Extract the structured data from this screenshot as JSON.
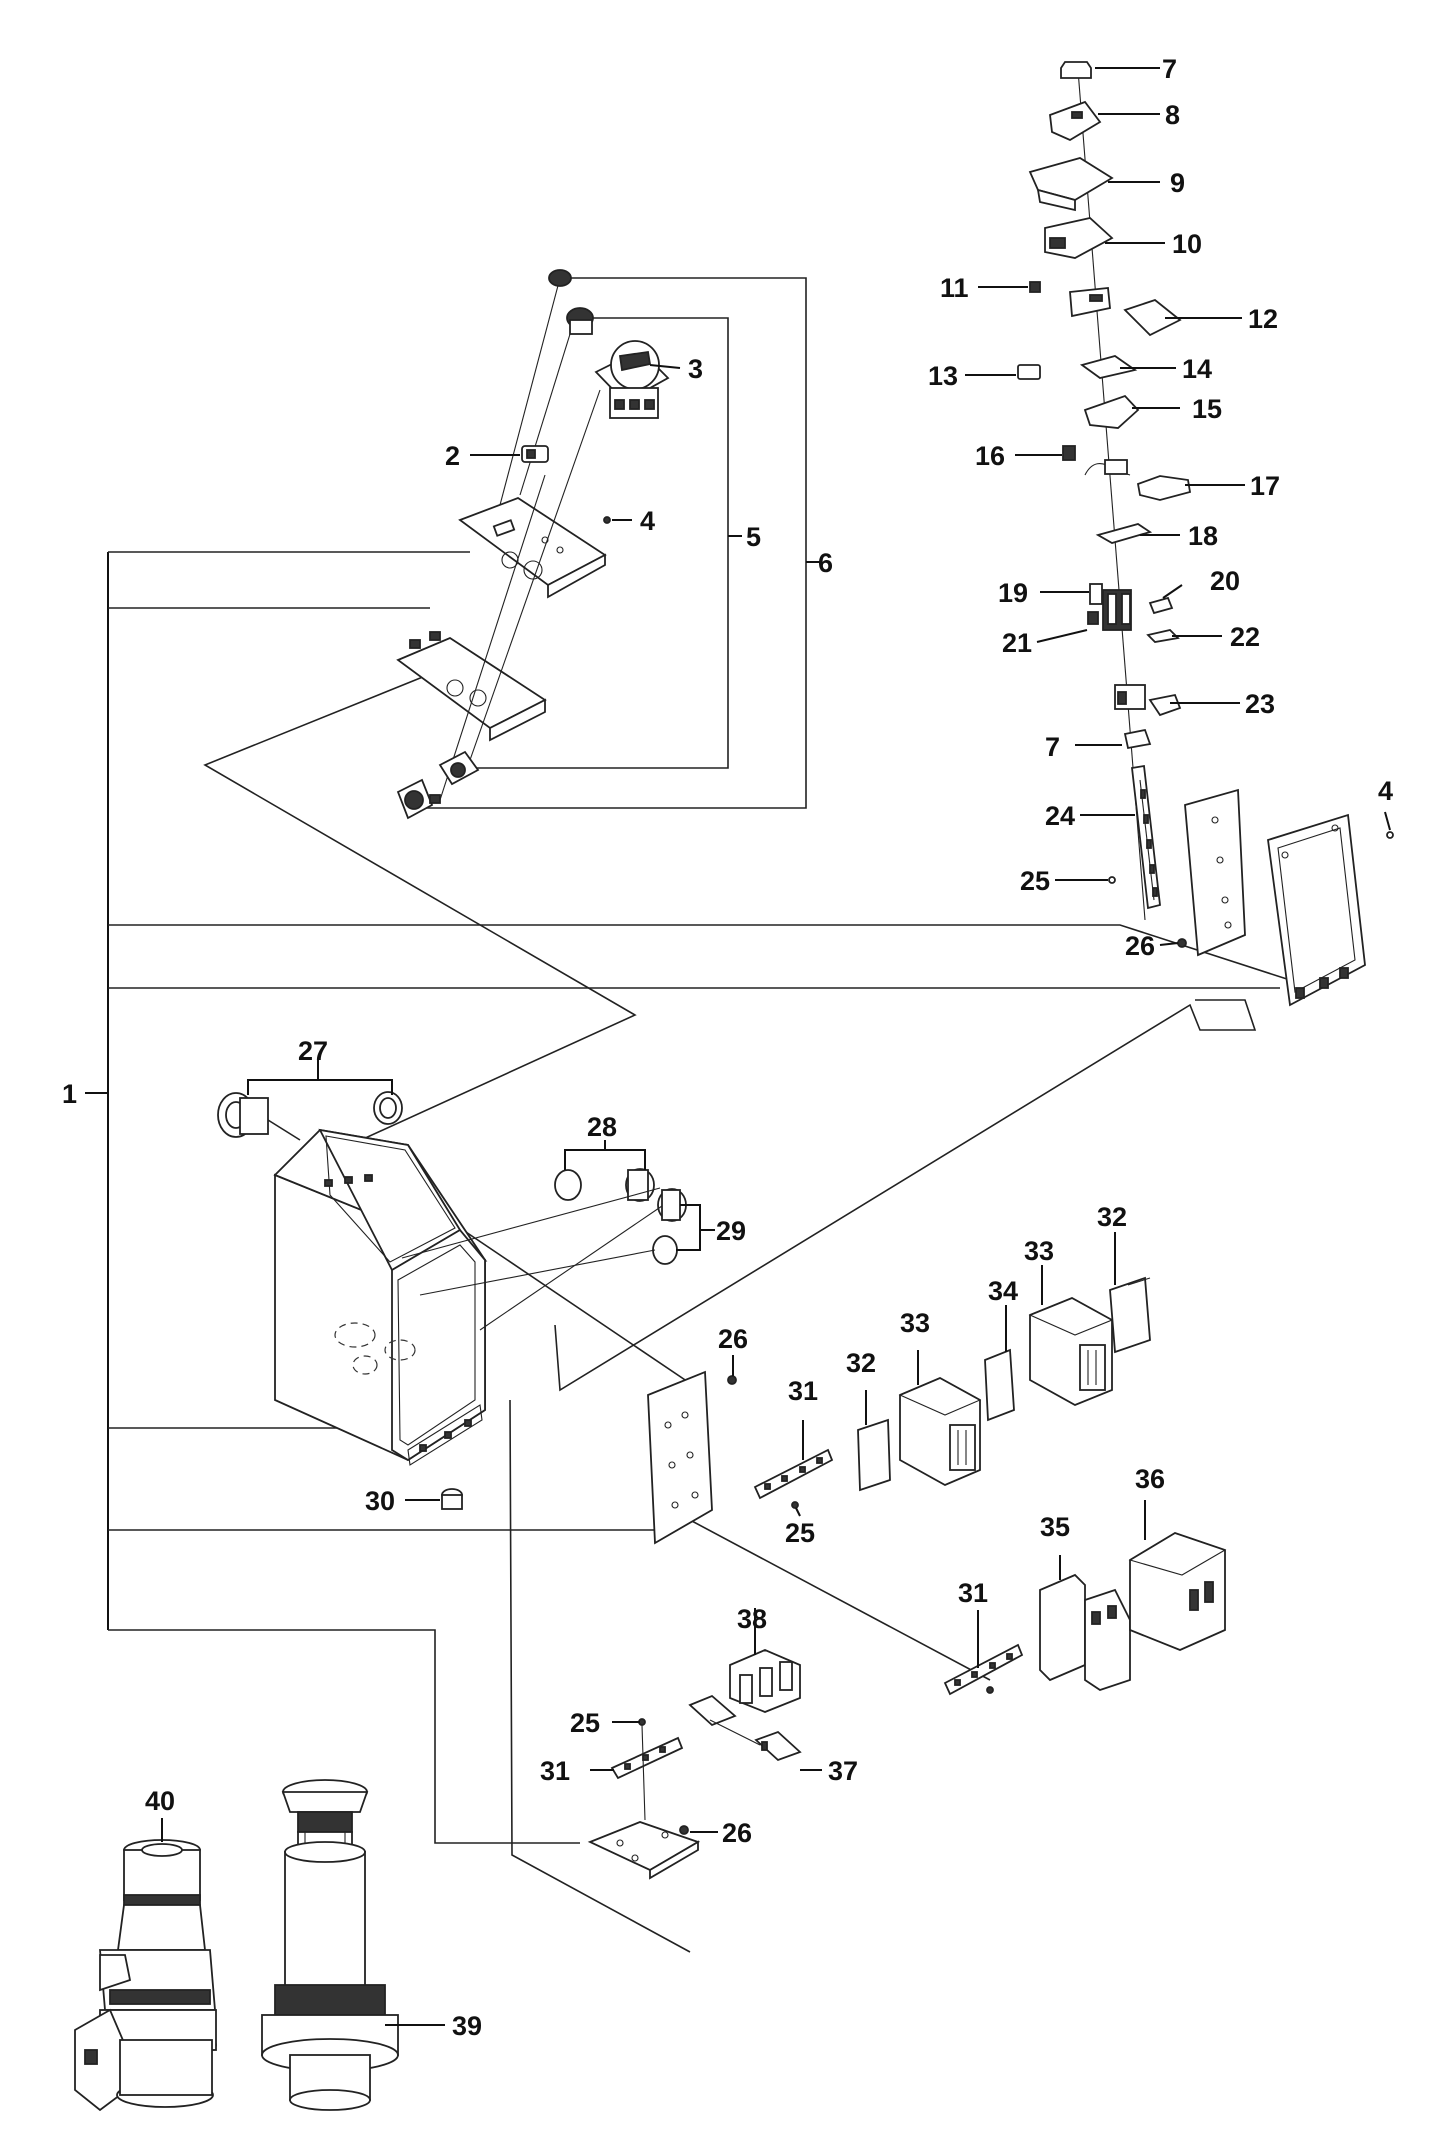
{
  "callouts": [
    {
      "id": "c1",
      "text": "1"
    },
    {
      "id": "c2",
      "text": "2"
    },
    {
      "id": "c3",
      "text": "3"
    },
    {
      "id": "c4a",
      "text": "4"
    },
    {
      "id": "c4b",
      "text": "4"
    },
    {
      "id": "c5",
      "text": "5"
    },
    {
      "id": "c6",
      "text": "6"
    },
    {
      "id": "c7a",
      "text": "7"
    },
    {
      "id": "c7b",
      "text": "7"
    },
    {
      "id": "c8",
      "text": "8"
    },
    {
      "id": "c9",
      "text": "9"
    },
    {
      "id": "c10",
      "text": "10"
    },
    {
      "id": "c11",
      "text": "11"
    },
    {
      "id": "c12",
      "text": "12"
    },
    {
      "id": "c13",
      "text": "13"
    },
    {
      "id": "c14",
      "text": "14"
    },
    {
      "id": "c15",
      "text": "15"
    },
    {
      "id": "c16",
      "text": "16"
    },
    {
      "id": "c17",
      "text": "17"
    },
    {
      "id": "c18",
      "text": "18"
    },
    {
      "id": "c19",
      "text": "19"
    },
    {
      "id": "c20",
      "text": "20"
    },
    {
      "id": "c21",
      "text": "21"
    },
    {
      "id": "c22",
      "text": "22"
    },
    {
      "id": "c23",
      "text": "23"
    },
    {
      "id": "c24",
      "text": "24"
    },
    {
      "id": "c25a",
      "text": "25"
    },
    {
      "id": "c25b",
      "text": "25"
    },
    {
      "id": "c25c",
      "text": "25"
    },
    {
      "id": "c26a",
      "text": "26"
    },
    {
      "id": "c26b",
      "text": "26"
    },
    {
      "id": "c26c",
      "text": "26"
    },
    {
      "id": "c27",
      "text": "27"
    },
    {
      "id": "c28",
      "text": "28"
    },
    {
      "id": "c29",
      "text": "29"
    },
    {
      "id": "c30",
      "text": "30"
    },
    {
      "id": "c31a",
      "text": "31"
    },
    {
      "id": "c31b",
      "text": "31"
    },
    {
      "id": "c31c",
      "text": "31"
    },
    {
      "id": "c32a",
      "text": "32"
    },
    {
      "id": "c32b",
      "text": "32"
    },
    {
      "id": "c33a",
      "text": "33"
    },
    {
      "id": "c33b",
      "text": "33"
    },
    {
      "id": "c34",
      "text": "34"
    },
    {
      "id": "c35",
      "text": "35"
    },
    {
      "id": "c36",
      "text": "36"
    },
    {
      "id": "c37",
      "text": "37"
    },
    {
      "id": "c38",
      "text": "38"
    },
    {
      "id": "c39",
      "text": "39"
    },
    {
      "id": "c40",
      "text": "40"
    }
  ],
  "colors": {
    "ink": "#111111",
    "paper": "#ffffff",
    "shade": "#333333"
  }
}
